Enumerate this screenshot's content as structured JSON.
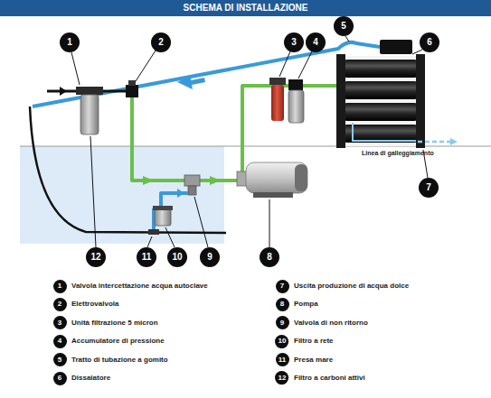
{
  "diagram": {
    "title": "SCHEMA DI INSTALLAZIONE",
    "nodes": [
      {
        "text": [
          "1"
        ]
      },
      {
        "text": [
          "2"
        ]
      },
      {
        "text": [
          "3"
        ]
      },
      {
        "text": [
          "4"
        ]
      },
      {
        "text": [
          "5"
        ]
      },
      {
        "text": [
          "6"
        ]
      },
      {
        "text": [
          "7"
        ]
      },
      {
        "text": [
          "8"
        ]
      },
      {
        "text": [
          "9"
        ]
      },
      {
        "text": [
          "10"
        ]
      },
      {
        "text": [
          "11"
        ]
      },
      {
        "text": [
          "12"
        ]
      },
      {
        "text": [
          "1"
        ]
      },
      {
        "text": [
          "2"
        ]
      },
      {
        "text": [
          "3"
        ]
      },
      {
        "text": [
          "4"
        ]
      },
      {
        "text": [
          "5"
        ]
      },
      {
        "text": [
          "6"
        ]
      },
      {
        "text": [
          "7"
        ]
      },
      {
        "text": [
          "8"
        ]
      },
      {
        "text": [
          "9"
        ]
      },
      {
        "text": [
          "10"
        ]
      },
      {
        "text": [
          "11"
        ]
      },
      {
        "text": [
          "12"
        ]
      }
    ],
    "labels": [
      "Linea di galleggiamento"
    ],
    "legend": [
      {
        "text": "Valvola intercettazione acqua autoclave"
      },
      {
        "text": "Elettrovalvola"
      },
      {
        "text": "Unità filtrazione 5 micron"
      },
      {
        "text": "Accumulatore di pressione"
      },
      {
        "text": "Tratto di tubazione a gomito"
      },
      {
        "text": "Dissalatore"
      },
      {
        "text": "Uscita produzione di acqua dolce"
      },
      {
        "text": "Pompa"
      },
      {
        "text": "Valvola di non ritorno"
      },
      {
        "text": "Filtro a rete"
      },
      {
        "text": "Presa mare"
      },
      {
        "text": "Filtro a carboni attivi"
      }
    ]
  }
}
